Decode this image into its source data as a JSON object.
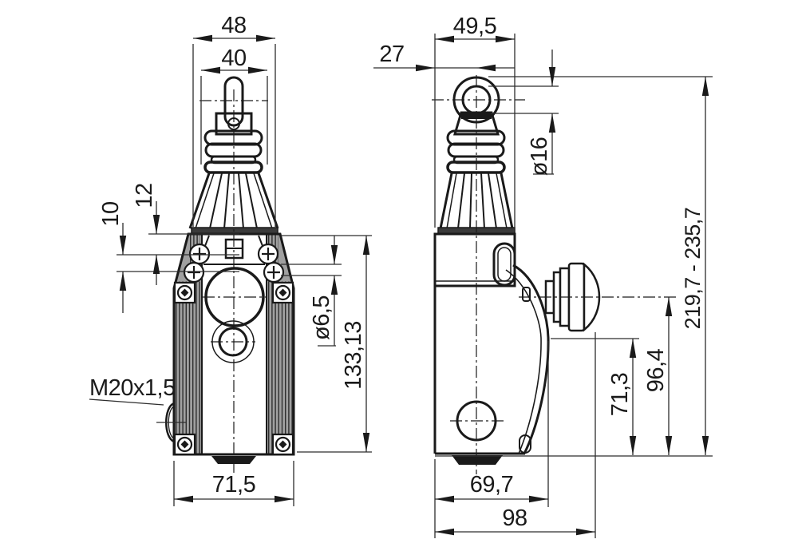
{
  "drawing": {
    "kind": "technical dimension drawing",
    "subject": "rope-pull emergency-stop limit switch, front and side views",
    "colors": {
      "line": "#1a1a1a",
      "dimension": "#2d2d2d",
      "rib_fill": "#a0a0a0",
      "background": "#ffffff"
    }
  },
  "dims": {
    "front_top_width": "48",
    "front_boot_width": "40",
    "front_offset_top": "12",
    "front_hole_spacing": "10",
    "front_hole_dia": "ø6,5",
    "front_body_height": "133,13",
    "front_body_width": "71,5",
    "gland_thread": "M20x1,5",
    "side_top_depth": "49,5",
    "side_eyelet_offset": "27",
    "side_eyelet_hole_dia": "ø16",
    "side_total_height": "219,7 - 235,7",
    "side_button_height": "96,4",
    "side_cover_height": "71,3",
    "side_cover_depth": "69,7",
    "side_total_depth": "98"
  }
}
